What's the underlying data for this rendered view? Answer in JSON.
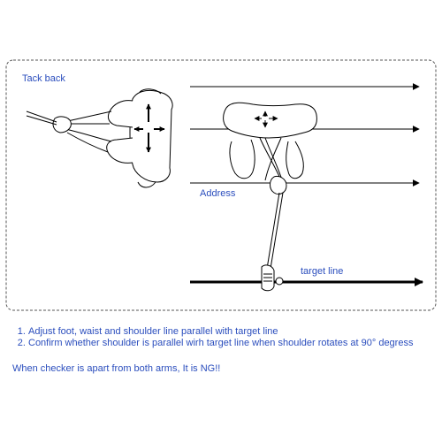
{
  "diagram": {
    "tack_back_label": "Tack back",
    "address_label": "Address",
    "target_line_label": "target line",
    "colors": {
      "label": "#2a4dbd",
      "line": "#000000",
      "frame": "#555555"
    }
  },
  "notes": {
    "items": [
      "Adjust foot, waist and shoulder line parallel with target line",
      "Confirm whether shoulder is parallel wirh target line when shoulder rotates at 90° degress"
    ],
    "warning": "When checker is apart from both arms, It is NG!!"
  }
}
